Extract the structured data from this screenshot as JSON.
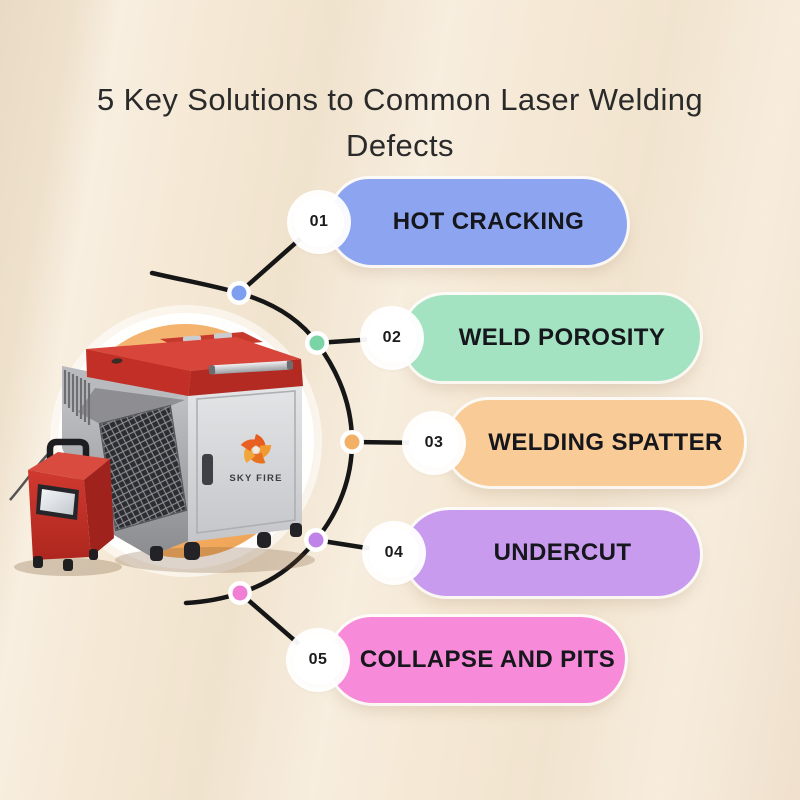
{
  "title": "5 Key Solutions to Common Laser Welding Defects",
  "diagram": {
    "items": [
      {
        "number": "01",
        "label": "HOT CRACKING",
        "pill_color": "#8da5f1",
        "dot_color": "#7e9ff0"
      },
      {
        "number": "02",
        "label": "WELD POROSITY",
        "pill_color": "#a4e3c2",
        "dot_color": "#7bd4a5"
      },
      {
        "number": "03",
        "label": "WELDING SPATTER",
        "pill_color": "#f9cb96",
        "dot_color": "#f2b066"
      },
      {
        "number": "04",
        "label": "UNDERCUT",
        "pill_color": "#c89bee",
        "dot_color": "#bf82e8"
      },
      {
        "number": "05",
        "label": "COLLAPSE AND PITS",
        "pill_color": "#f78ad9",
        "dot_color": "#ef7ed4"
      }
    ],
    "connector_color": "#161616",
    "number_circle_color": "#ffffff"
  },
  "machine": {
    "brand_label": "SKY FIRE",
    "accent_circle_color": "#f0a351",
    "body_red": "#c5352c",
    "body_gray": "#d2d3d6"
  },
  "background_color": "#f5e8d4",
  "title_color": "#2a2a2a"
}
